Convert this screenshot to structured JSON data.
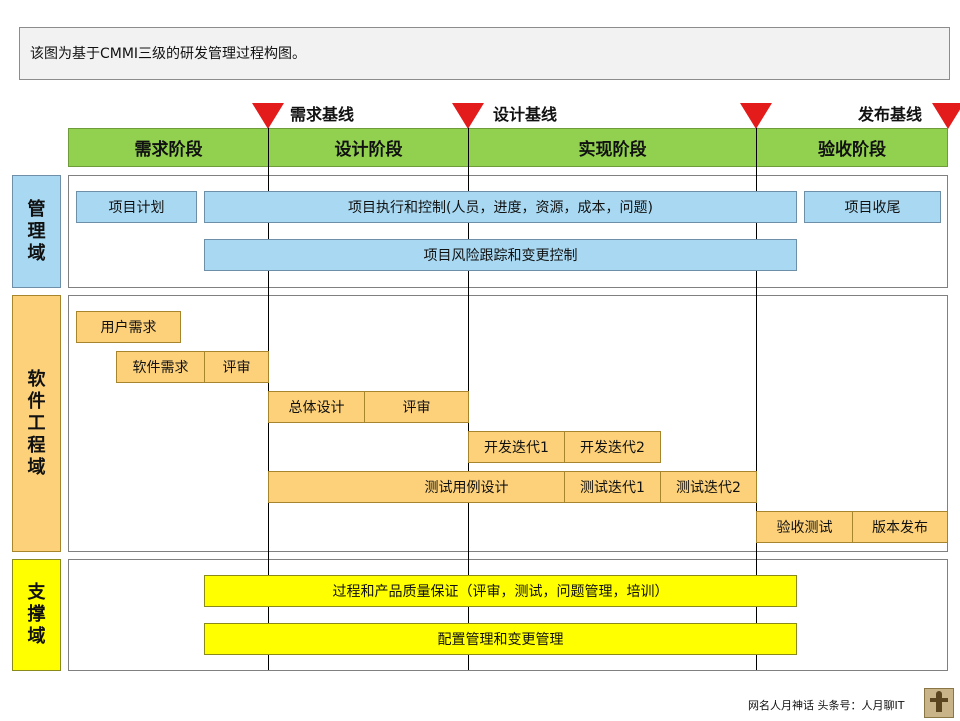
{
  "description": "该图为基于CMMI三级的研发管理过程构图。",
  "baselines": [
    "需求基线",
    "设计基线",
    "发布基线"
  ],
  "phases": [
    "需求阶段",
    "设计阶段",
    "实现阶段",
    "验收阶段"
  ],
  "domains": [
    "管理域",
    "软件工程域",
    "支撑域"
  ],
  "management": {
    "plan": "项目计划",
    "execute": "项目执行和控制(人员，进度，资源，成本，问题)",
    "close": "项目收尾",
    "risk": "项目风险跟踪和变更控制"
  },
  "engineering": {
    "user_req": "用户需求",
    "soft_req": "软件需求",
    "review1": "评审",
    "overall_design": "总体设计",
    "review2": "评审",
    "dev_iter1": "开发迭代1",
    "dev_iter2": "开发迭代2",
    "test_case": "测试用例设计",
    "test_iter1": "测试迭代1",
    "test_iter2": "测试迭代2",
    "acceptance": "验收测试",
    "release": "版本发布"
  },
  "support": {
    "qa": "过程和产品质量保证（评审，测试，问题管理，培训）",
    "config": "配置管理和变更管理"
  },
  "footer": "网名人月神话 头条号：人月聊IT",
  "colors": {
    "phase": "#92d050",
    "management": "#a9d9f2",
    "engineering": "#fcd17a",
    "support": "#ffff00",
    "baseline_marker": "#e31b1b"
  }
}
